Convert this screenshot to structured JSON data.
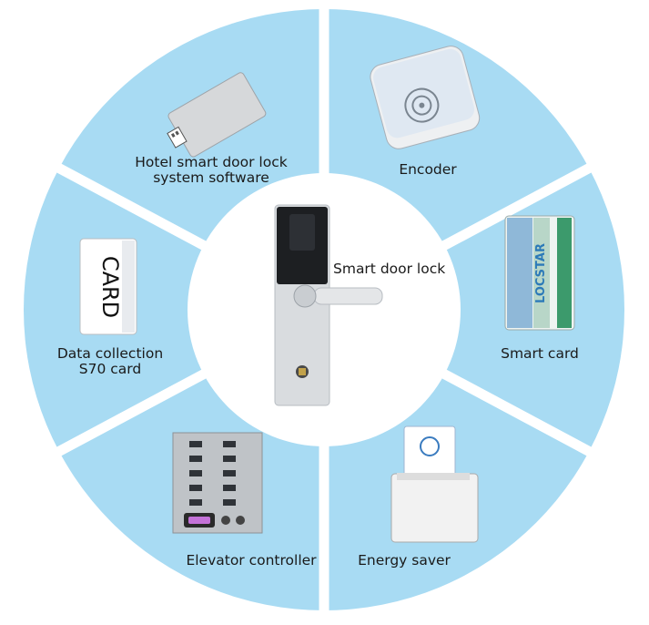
{
  "center": {
    "label": "Smart door lock",
    "icon": "door-lock-icon"
  },
  "segments": [
    {
      "id": "software",
      "lines": [
        "Hotel smart door lock",
        "system software"
      ],
      "icon": "usb-card-icon"
    },
    {
      "id": "encoder",
      "lines": [
        "Encoder"
      ],
      "icon": "encoder-device-icon"
    },
    {
      "id": "smart-card",
      "lines": [
        "Smart card"
      ],
      "icon": "rfid-card-icon",
      "card_brand": "LOCSTAR"
    },
    {
      "id": "energy-saver",
      "lines": [
        "Energy saver"
      ],
      "icon": "energy-saver-icon"
    },
    {
      "id": "elevator",
      "lines": [
        "Elevator controller"
      ],
      "icon": "elevator-panel-icon"
    },
    {
      "id": "data-card",
      "lines": [
        "Data collection",
        "S70 card"
      ],
      "icon": "data-card-icon",
      "card_text": "CARD"
    }
  ],
  "colors": {
    "segment_fill": "#a8dbf3",
    "divider": "#ffffff",
    "center_fill": "#ffffff",
    "text": "#1a1a1a"
  }
}
